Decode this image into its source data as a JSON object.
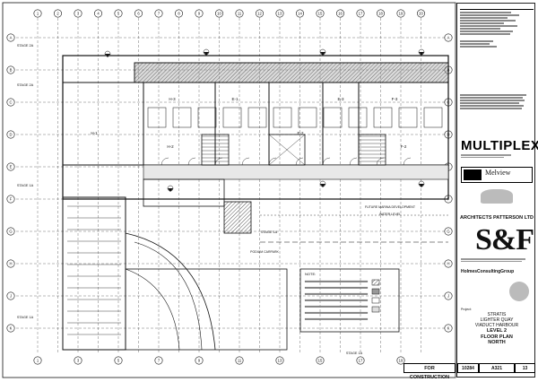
{
  "title_block": {
    "company": "MULTIPLEX",
    "developer": "Melview",
    "architect": "ARCHITECTS PATTERSON LTD",
    "architect_mark": "S&F",
    "engineer": "HolmesConsultingGroup",
    "project_label": "Project:",
    "project_name_line1": "STRATIS",
    "project_name_line2": "LIGHTER QUAY",
    "project_name_line3": "VIADUCT HARBOUR",
    "drawing_title_line1": "LEVEL 2",
    "drawing_title_line2": "FLOOR PLAN",
    "drawing_title_line3": "NORTH",
    "status": "FOR CONSTRUCTION",
    "job_no": "10284",
    "drawing_no": "A321",
    "revision": "13"
  },
  "plan": {
    "grid_letters": [
      "A",
      "B",
      "C",
      "D",
      "E",
      "F",
      "G",
      "H",
      "J",
      "K"
    ],
    "grid_numbers": [
      "1",
      "2",
      "3",
      "4",
      "5",
      "6",
      "7",
      "8",
      "9",
      "10",
      "11",
      "12",
      "13",
      "14",
      "15",
      "16",
      "17",
      "18",
      "19",
      "20"
    ],
    "labels": {
      "stage_2a": "STAGE 2A",
      "stage_1a": "STAGE 1A",
      "podium_carpark": "PODIUM CARPARK",
      "future_marina": "FUTURE MARINA DEVELOPMENT",
      "water_level": "WATER LEVEL",
      "unit_h2": "H-2",
      "unit_h3": "H-3",
      "unit_e1": "E-1",
      "unit_e2": "E-2",
      "unit_e3": "E-3",
      "unit_f3": "F-3",
      "unit_h1": "H-1",
      "unit_f2": "F-2"
    },
    "notes_heading": "NOTE:"
  }
}
